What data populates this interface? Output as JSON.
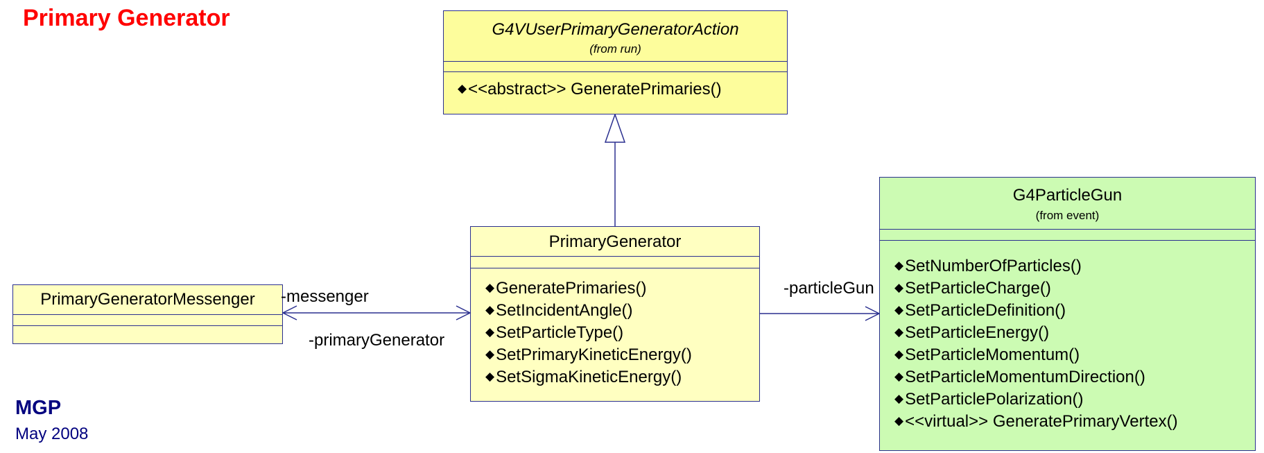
{
  "colors": {
    "title": "#ff0000",
    "author": "#00007f",
    "line": "#2a2f8f",
    "abstract_class_fill": "#fdfd9c",
    "class_fill": "#ffffc1",
    "external_class_fill": "#ccfbb3"
  },
  "page": {
    "title": "Primary Generator",
    "author": "MGP",
    "date": "May 2008"
  },
  "classes": {
    "action": {
      "name": "G4VUserPrimaryGeneratorAction",
      "from": "(from run)",
      "operations": [
        "<<abstract>> GeneratePrimaries()"
      ]
    },
    "primary_generator": {
      "name": "PrimaryGenerator",
      "operations": [
        "GeneratePrimaries()",
        "SetIncidentAngle()",
        "SetParticleType()",
        "SetPrimaryKineticEnergy()",
        "SetSigmaKineticEnergy()"
      ]
    },
    "messenger": {
      "name": "PrimaryGeneratorMessenger"
    },
    "particle_gun": {
      "name": "G4ParticleGun",
      "from": "(from event)",
      "operations": [
        "SetNumberOfParticles()",
        "SetParticleCharge()",
        "SetParticleDefinition()",
        "SetParticleEnergy()",
        "SetParticleMomentum()",
        "SetParticleMomentumDirection()",
        "SetParticlePolarization()",
        "<<virtual>> GeneratePrimaryVertex()"
      ]
    }
  },
  "roles": {
    "messenger": "-messenger",
    "primary_generator": "-primaryGenerator",
    "particle_gun": "-particleGun"
  }
}
